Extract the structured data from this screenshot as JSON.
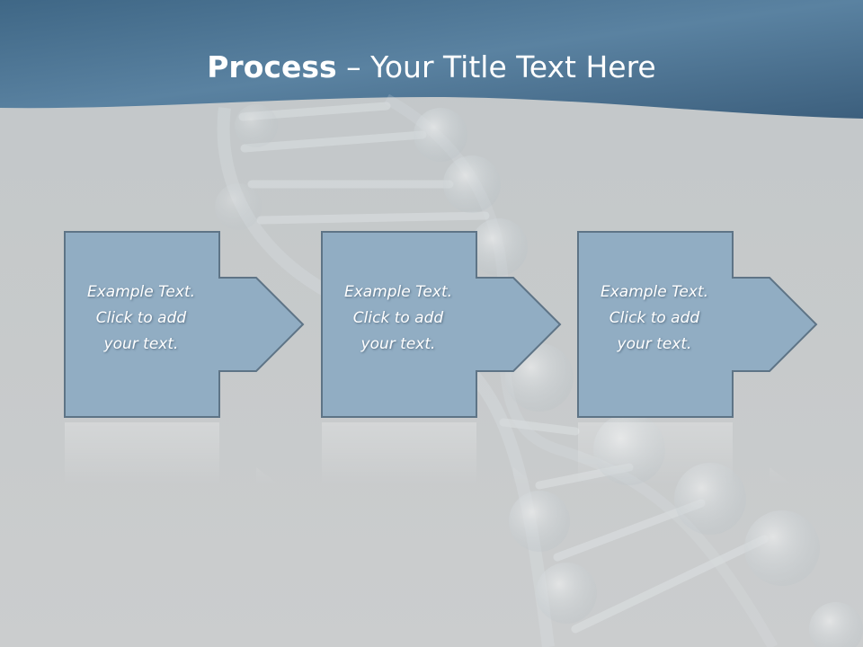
{
  "title": {
    "bold": "Process",
    "separator": " – ",
    "rest": "Your Title Text Here"
  },
  "steps": [
    {
      "text": "Example Text.\nClick  to add\nyour text."
    },
    {
      "text": "Example Text.\nClick  to add\nyour text."
    },
    {
      "text": "Example Text.\nClick  to add\nyour text."
    }
  ],
  "colors": {
    "header": "#5a82a1",
    "box_fill": "#91adc3",
    "box_stroke": "#5e7486",
    "background": "#c5c9ca"
  }
}
